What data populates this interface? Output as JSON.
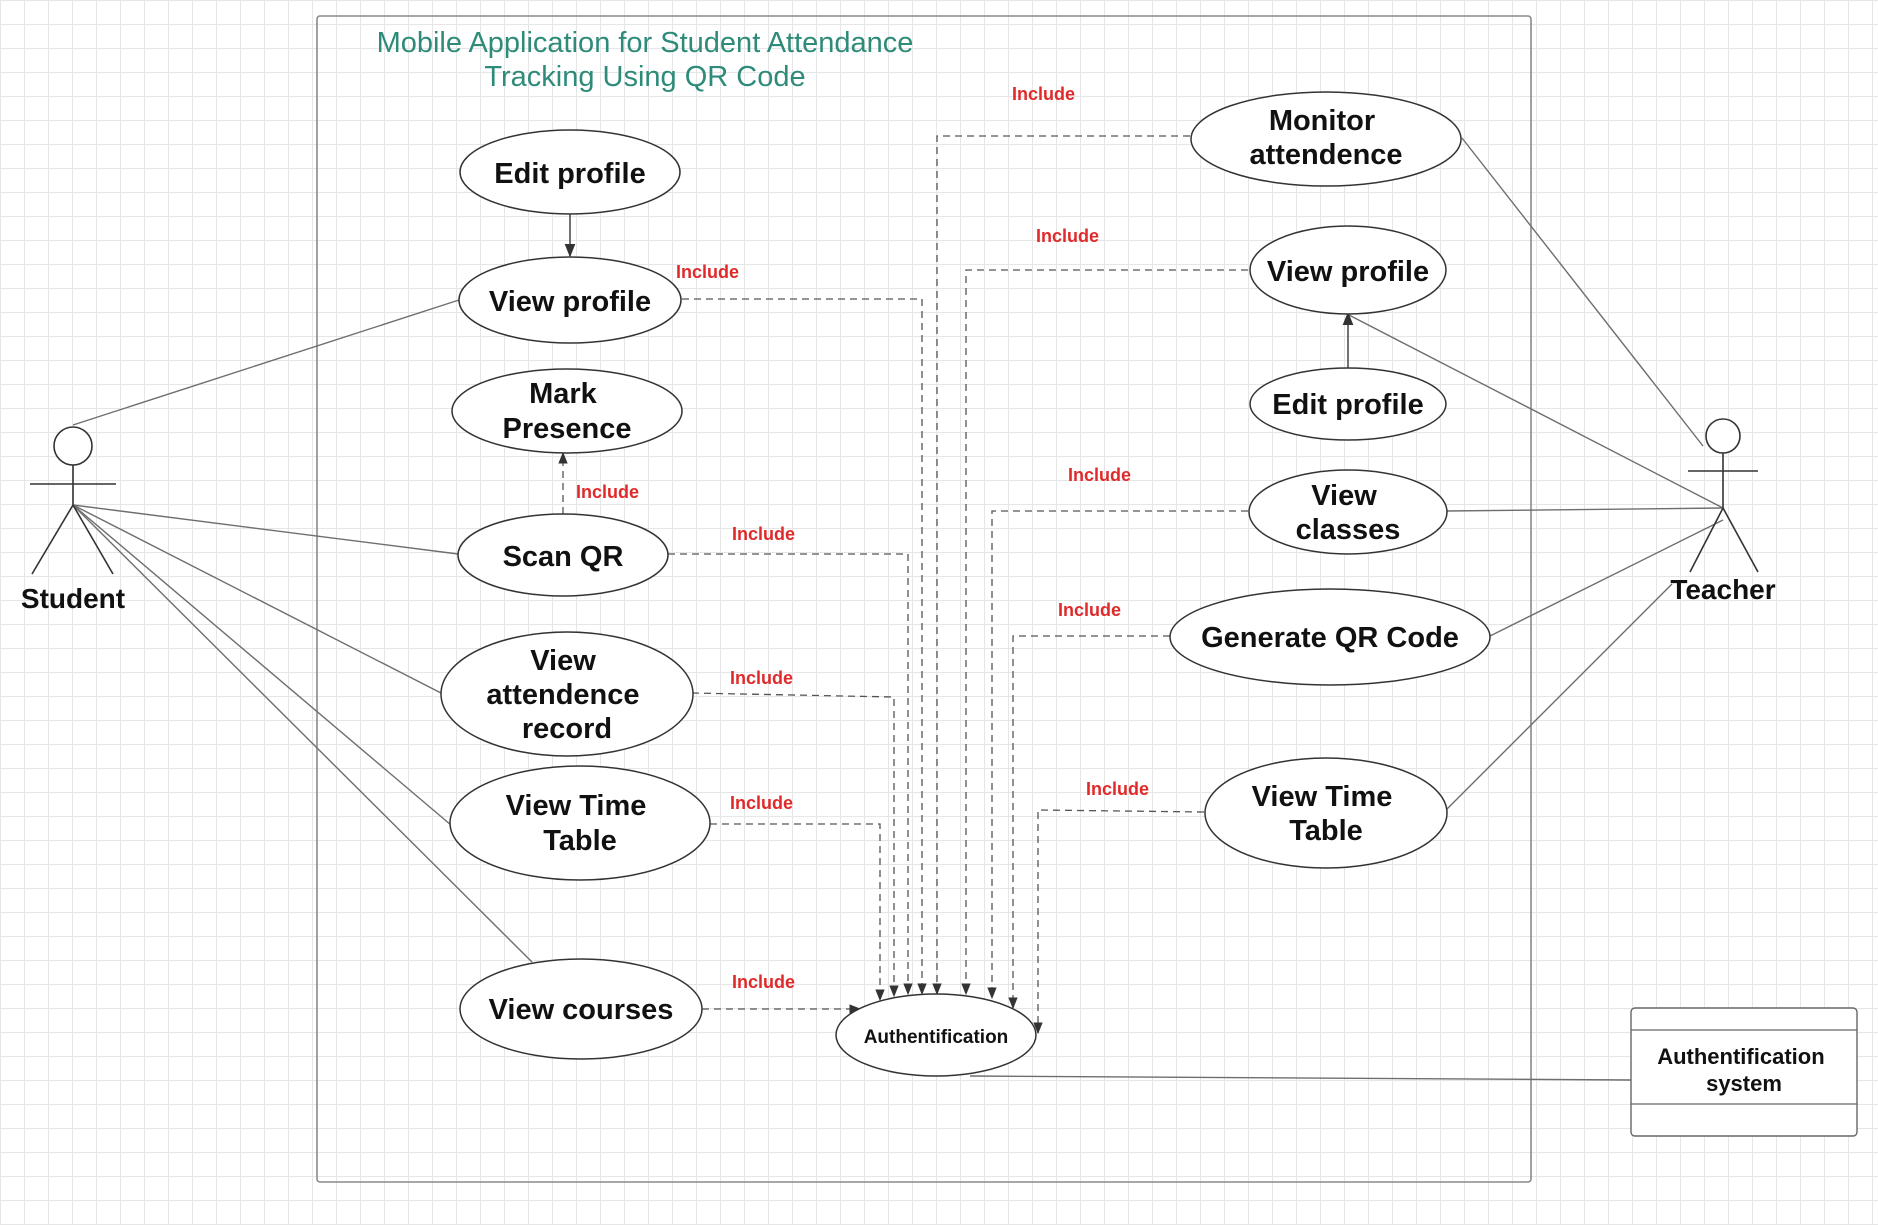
{
  "title": {
    "line1": "Mobile Application for Student Attendance",
    "line2": "Tracking Using QR Code"
  },
  "actors": {
    "student": "Student",
    "teacher": "Teacher"
  },
  "include_label": "Include",
  "student_use_cases": {
    "edit_profile": [
      "Edit profile"
    ],
    "view_profile": [
      "View profile"
    ],
    "mark_presence": [
      "Mark",
      "Presence"
    ],
    "scan_qr": [
      "Scan QR"
    ],
    "view_attendence_record": [
      "View",
      "attendence",
      "record"
    ],
    "view_time_table": [
      "View Time",
      "Table"
    ],
    "view_courses": [
      "View courses"
    ]
  },
  "teacher_use_cases": {
    "monitor_attendence": [
      "Monitor",
      "attendence"
    ],
    "view_profile": [
      "View profile"
    ],
    "edit_profile": [
      "Edit profile"
    ],
    "view_classes": [
      "View",
      "classes"
    ],
    "generate_qr_code": [
      "Generate QR Code"
    ],
    "view_time_table": [
      "View Time",
      "Table"
    ]
  },
  "authentication_use_case": [
    "Authentification"
  ],
  "external_system": [
    "Authentification",
    "system"
  ],
  "colors": {
    "title": "#2e8b7a",
    "include_label": "#e02a2a",
    "grid": "#e6e6e6",
    "outline": "#333333"
  }
}
